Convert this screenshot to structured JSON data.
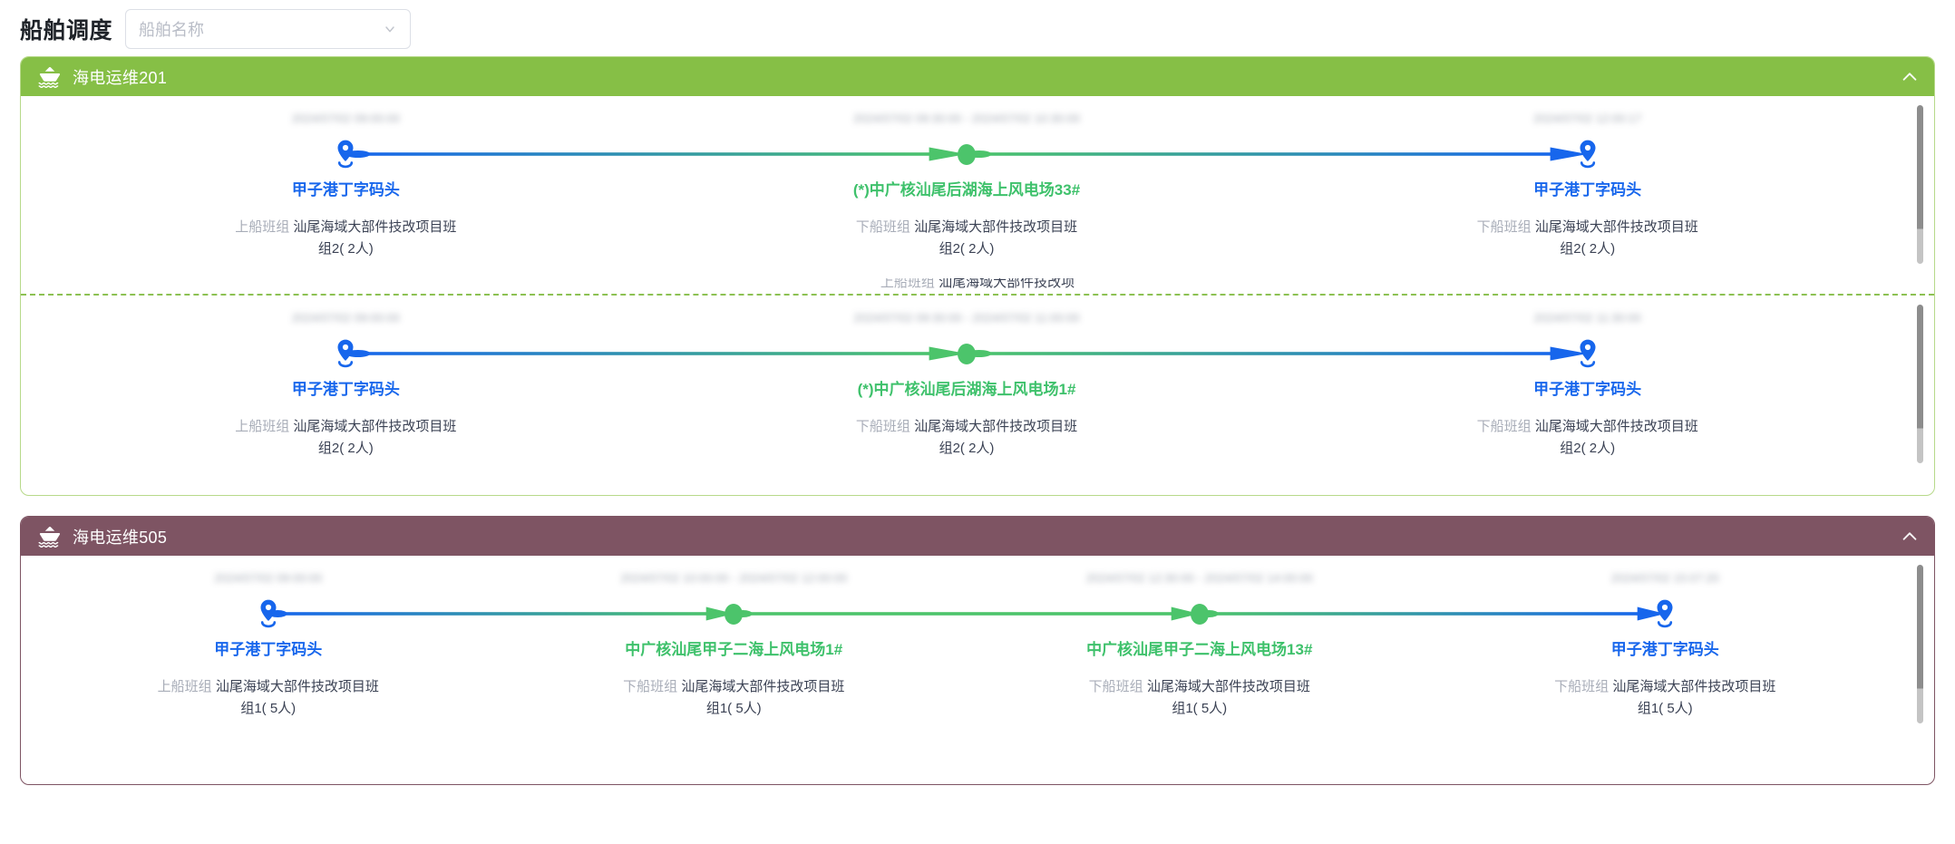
{
  "header": {
    "title": "船舶调度",
    "ship_select": {
      "placeholder": "船舶名称",
      "value": "",
      "icon": "chevron-down-icon"
    }
  },
  "colors": {
    "green_header": "#86bf46",
    "maroon_header": "#7e5463",
    "port_blue": "#1766ec",
    "site_green": "#3ec16b",
    "node_green": "#4cc46b",
    "divider_green": "#8cc152"
  },
  "labels": {
    "board_on": "上船班组",
    "board_off": "下船班组",
    "collapse_icon": "chevron-up-icon",
    "ship_icon": "ship-icon",
    "pin_icon": "map-pin-icon",
    "node_icon": "circle-node-icon",
    "timestamp_redacted": "2024/07/02 09:00:00"
  },
  "cards": [
    {
      "theme": "green",
      "vessel": "海电运维201",
      "collapsed": false,
      "voyages": [
        {
          "peek_text_label": "上船班组",
          "peek_text_value": "汕尾海域大部件技改项",
          "stops": [
            {
              "timestamp": "2024/07/02 09:00:00",
              "name": "甲子港丁字码头",
              "type": "port",
              "crew_label": "上船班组",
              "crew_value": "汕尾海域大部件技改项目班组2( 2人)"
            },
            {
              "timestamp": "2024/07/02 09:30:00 - 2024/07/02 10:30:00",
              "name": "(*)中广核汕尾后湖海上风电场33#",
              "type": "site",
              "crew_label": "下船班组",
              "crew_value": "汕尾海域大部件技改项目班组2( 2人)"
            },
            {
              "timestamp": "2024/07/02 12:00:17",
              "name": "甲子港丁字码头",
              "type": "port",
              "crew_label": "下船班组",
              "crew_value": "汕尾海域大部件技改项目班组2( 2人)"
            }
          ]
        },
        {
          "peek_text_label": "",
          "peek_text_value": "",
          "stops": [
            {
              "timestamp": "2024/07/02 09:00:00",
              "name": "甲子港丁字码头",
              "type": "port",
              "crew_label": "上船班组",
              "crew_value": "汕尾海域大部件技改项目班组2( 2人)"
            },
            {
              "timestamp": "2024/07/02 09:30:00 - 2024/07/02 11:00:00",
              "name": "(*)中广核汕尾后湖海上风电场1#",
              "type": "site",
              "crew_label": "下船班组",
              "crew_value": "汕尾海域大部件技改项目班组2( 2人)"
            },
            {
              "timestamp": "2024/07/02 11:30:00",
              "name": "甲子港丁字码头",
              "type": "port",
              "crew_label": "下船班组",
              "crew_value": "汕尾海域大部件技改项目班组2( 2人)"
            }
          ]
        }
      ]
    },
    {
      "theme": "maroon",
      "vessel": "海电运维505",
      "collapsed": false,
      "voyages": [
        {
          "peek_text_label": "",
          "peek_text_value": "",
          "stops": [
            {
              "timestamp": "2024/07/02 09:00:00",
              "name": "甲子港丁字码头",
              "type": "port",
              "crew_label": "上船班组",
              "crew_value": "汕尾海域大部件技改项目班组1( 5人)"
            },
            {
              "timestamp": "2024/07/02 10:00:00 - 2024/07/02 12:00:00",
              "name": "中广核汕尾甲子二海上风电场1#",
              "type": "site",
              "crew_label": "下船班组",
              "crew_value": "汕尾海域大部件技改项目班组1( 5人)"
            },
            {
              "timestamp": "2024/07/02 12:30:00 - 2024/07/02 14:00:00",
              "name": "中广核汕尾甲子二海上风电场13#",
              "type": "site",
              "crew_label": "下船班组",
              "crew_value": "汕尾海域大部件技改项目班组1( 5人)"
            },
            {
              "timestamp": "2024/07/02 15:07:20",
              "name": "甲子港丁字码头",
              "type": "port",
              "crew_label": "下船班组",
              "crew_value": "汕尾海域大部件技改项目班组1( 5人)"
            }
          ]
        }
      ]
    }
  ]
}
